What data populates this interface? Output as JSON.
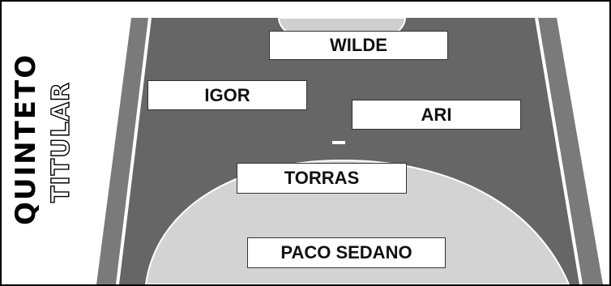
{
  "title": {
    "line1": "QUINTETO",
    "line2": "TITULAR"
  },
  "players": [
    {
      "name": "WILDE"
    },
    {
      "name": "IGOR"
    },
    {
      "name": "ARI"
    },
    {
      "name": "TORRAS"
    },
    {
      "name": "PACO SEDANO"
    }
  ],
  "colors": {
    "court": "#666666",
    "lines": "#ffffff",
    "area": "#d3d3d3",
    "outer": "#7a7a7a"
  }
}
